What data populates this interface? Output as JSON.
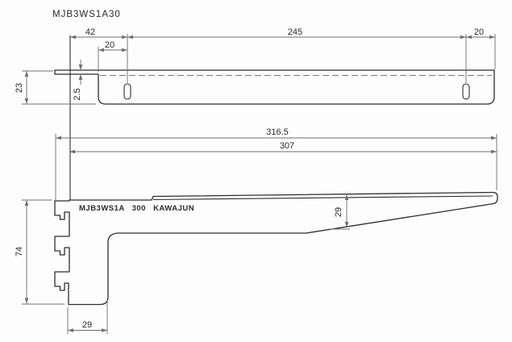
{
  "title": "MJB3WS1A30",
  "part_label": "MJB3WS1A 300 KAWAJUN",
  "top_view": {
    "dim_back_offset": "42",
    "dim_slot_inset_left": "20",
    "dim_slot_span": "245",
    "dim_slot_inset_right": "20",
    "dim_depth": "23",
    "dim_plate_thickness": "2.5"
  },
  "side_view": {
    "dim_overall_length": "316.5",
    "dim_arm_length": "307",
    "dim_stem_height": "74",
    "dim_arm_height": "29",
    "dim_stem_width": "29"
  },
  "colors": {
    "background": "#fdfdfd",
    "object_line": "#2e2e2e",
    "dimension_line": "#6e6e6e",
    "text": "#2a2a2a"
  }
}
